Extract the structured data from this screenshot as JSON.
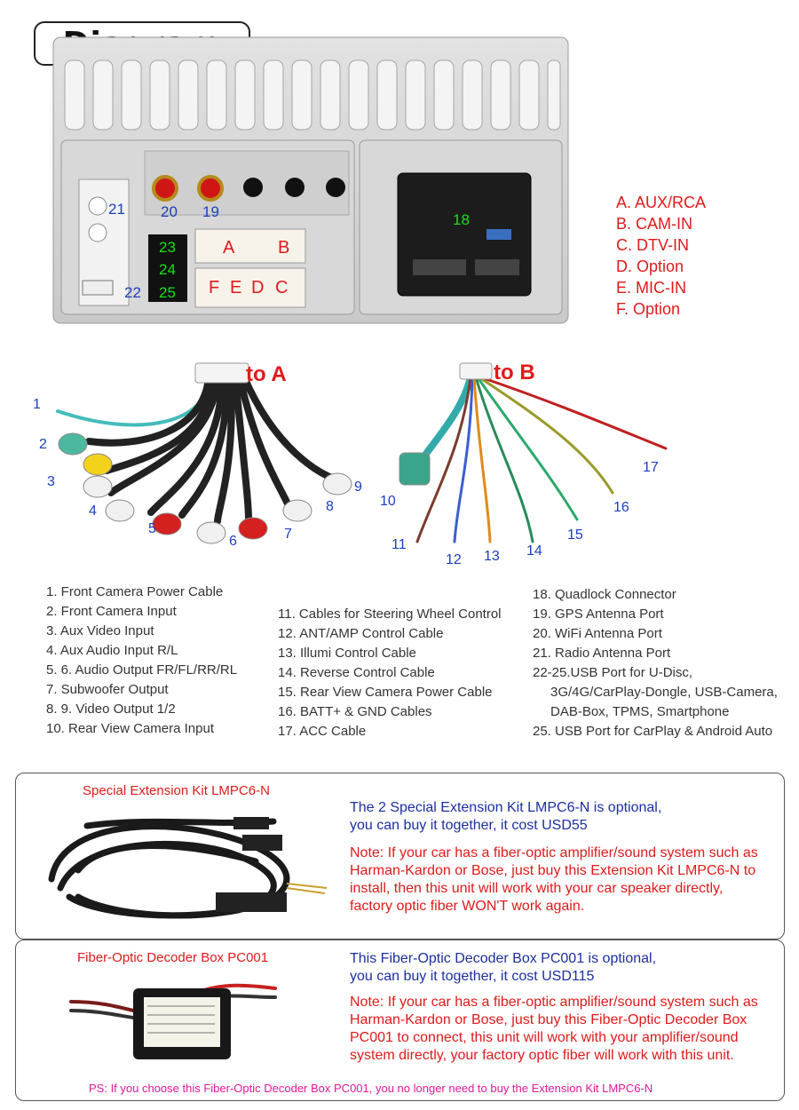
{
  "title": "Diagram",
  "head_unit": {
    "ports": [
      {
        "number": "18",
        "color": "green"
      },
      {
        "number": "19",
        "color": "blue"
      },
      {
        "number": "20",
        "color": "blue"
      },
      {
        "number": "21",
        "color": "blue"
      },
      {
        "number": "22",
        "color": "blue"
      },
      {
        "number": "23",
        "color": "green"
      },
      {
        "number": "24",
        "color": "green"
      },
      {
        "number": "25",
        "color": "green"
      }
    ],
    "connector_letters": [
      "A",
      "B",
      "F",
      "E",
      "D",
      "C"
    ]
  },
  "connector_legend": [
    "A. AUX/RCA",
    "B. CAM-IN",
    "C. DTV-IN",
    "D. Option",
    "E. MIC-IN",
    "F. Option"
  ],
  "harness_a": {
    "label": "to A",
    "cable_numbers": [
      "1",
      "2",
      "3",
      "4",
      "5",
      "6",
      "7",
      "8",
      "9"
    ]
  },
  "harness_b": {
    "label": "to B",
    "cable_numbers": [
      "10",
      "11",
      "12",
      "13",
      "14",
      "15",
      "16",
      "17"
    ]
  },
  "cable_list_left": [
    "1. Front Camera Power Cable",
    "2. Front Camera Input",
    "3. Aux Video Input",
    "4. Aux Audio Input R/L",
    "5. 6. Audio Output FR/FL/RR/RL",
    "7. Subwoofer Output",
    "8. 9. Video Output 1/2",
    "10. Rear View Camera Input"
  ],
  "cable_list_middle": [
    "11. Cables for Steering Wheel Control",
    "12. ANT/AMP Control Cable",
    "13. Illumi Control Cable",
    "14. Reverse Control Cable",
    "15. Rear View Camera Power Cable",
    "16. BATT+ & GND Cables",
    "17. ACC Cable"
  ],
  "cable_list_right": [
    "18. Quadlock Connector",
    "19. GPS Antenna Port",
    "20. WiFi Antenna Port",
    "21. Radio Antenna Port",
    "22-25.USB Port for U-Disc,",
    "3G/4G/CarPlay-Dongle, USB-Camera,",
    "DAB-Box, TPMS, Smartphone",
    "25. USB Port  for CarPlay &  Android Auto"
  ],
  "extension_kit": {
    "title": "Special Extension Kit LMPC6-N",
    "desc_lines": [
      "The 2 Special Extension Kit LMPC6-N is optional,",
      "you can buy it together, it cost USD55"
    ],
    "note_lines": [
      "Note: If your car has a fiber-optic amplifier/sound system such as",
      "Harman-Kardon or Bose, just buy this Extension Kit LMPC6-N to",
      "install, then this unit will work with your car speaker directly,",
      "factory optic fiber WON'T work again."
    ]
  },
  "decoder_box": {
    "title": "Fiber-Optic Decoder Box  PC001",
    "desc_lines": [
      "This Fiber-Optic Decoder Box  PC001 is optional,",
      "you can buy it together, it cost USD115"
    ],
    "note_lines": [
      "Note: If your car has a fiber-optic amplifier/sound system such as",
      "Harman-Kardon or Bose, just buy this Fiber-Optic Decoder Box",
      "PC001 to connect, this unit will work with your amplifier/sound",
      "system directly, your factory optic fiber will work with this unit."
    ],
    "ps_note": "PS:  If you choose this Fiber-Optic Decoder Box PC001, you no longer need to buy the Extension Kit LMPC6-N"
  },
  "colors": {
    "label_red": "#e01a1a",
    "label_blue": "#1a3fbf",
    "port_green": "#1ae01a",
    "desc_blue": "#1b2f9f",
    "ps_magenta": "#e0189b"
  }
}
